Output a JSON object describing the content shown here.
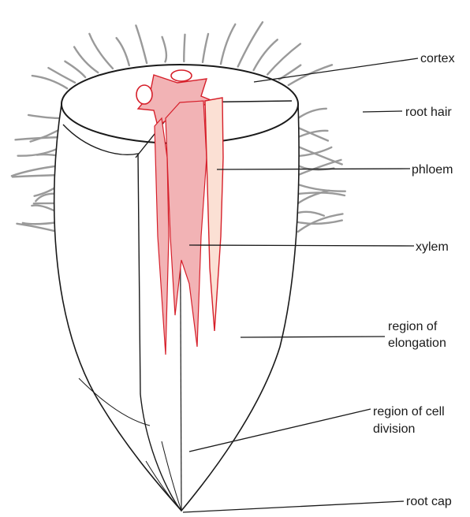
{
  "labels": {
    "cortex": "cortex",
    "root_hair": "root hair",
    "phloem": "phloem",
    "xylem": "xylem",
    "region_of_elongation": [
      "region of",
      "elongation"
    ],
    "region_of_cell_division": [
      "region of cell",
      "division"
    ],
    "root_cap": "root cap"
  },
  "colors": {
    "vascular_fill": "#f2b3b5",
    "phloem_fill": "#fbe0d4",
    "vascular_outline": "#d61f2a",
    "line": "#1a1a1a",
    "hair": "#9a9a9a"
  }
}
